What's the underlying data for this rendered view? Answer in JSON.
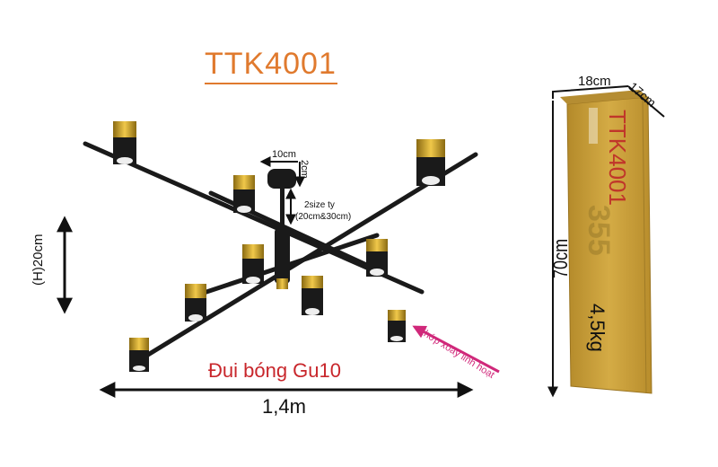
{
  "product": {
    "code": "TTK4001",
    "bulb_note": "Đui bóng Gu10",
    "joint_note": "Khớp xoay linh hoạt"
  },
  "dimensions": {
    "width": "1,4m",
    "height": "(H)20cm",
    "canopy_width": "10cm",
    "canopy_height": "2cm",
    "rod_line1": "2size ty",
    "rod_line2": "(20cm&30cm)"
  },
  "box": {
    "width": "18cm",
    "depth": "17cm",
    "height": "70cm",
    "printed_code": "TTK4001",
    "printed_number": "355",
    "weight": "4,5kg"
  },
  "colors": {
    "title": "#e07a2e",
    "bulb_note": "#c8262b",
    "joint_arrow": "#d0287a",
    "arm": "#1a1a1a",
    "spot_gold": "#c79a1f",
    "box": "#caa03a"
  },
  "icons": [
    "spotlight-icon",
    "dimension-arrow-icon"
  ]
}
